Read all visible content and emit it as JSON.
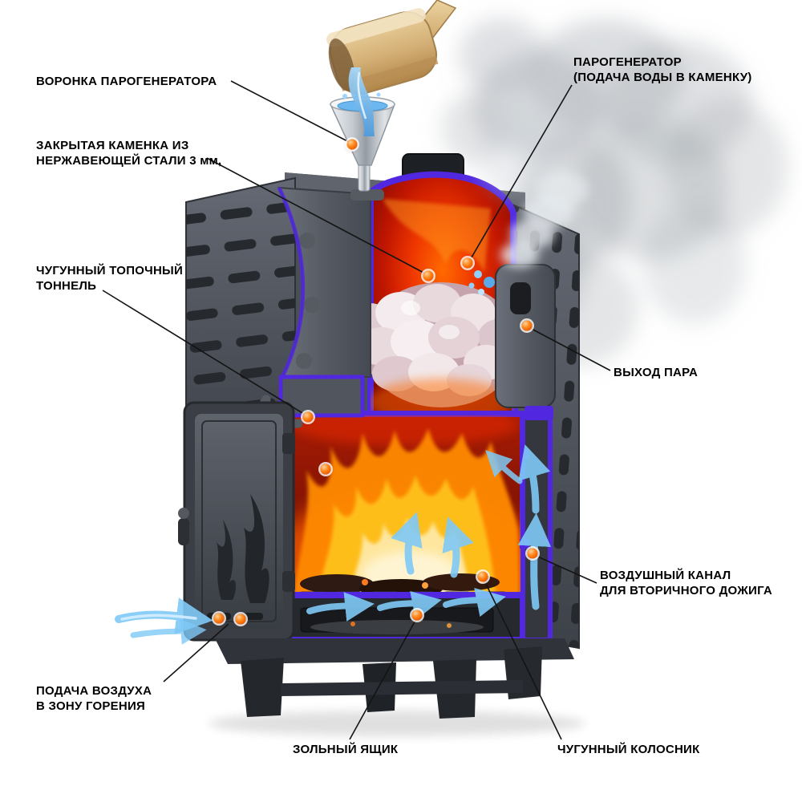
{
  "diagram": {
    "callouts": {
      "funnel": "ВОРОНКА ПАРОГЕНЕРАТОРА",
      "steam_generator": "ПАРОГЕНЕРАТОР\n(ПОДАЧА ВОДЫ В КАМЕНКУ)",
      "closed_kamenka": "ЗАКРЫТАЯ КАМЕНКА ИЗ\nНЕРЖАВЕЮЩЕЙ СТАЛИ 3 мм,",
      "cast_iron_tunnel": "ЧУГУННЫЙ ТОПОЧНЫЙ\nТОННЕЛЬ",
      "steam_exit": "ВЫХОД ПАРА",
      "secondary_air_channel": "ВОЗДУШНЫЙ КАНАЛ\nДЛЯ ВТОРИЧНОГО ДОЖИГА",
      "air_supply": "ПОДАЧА ВОЗДУХА\nВ ЗОНУ ГОРЕНИЯ",
      "ash_box": "ЗОЛЬНЫЙ ЯЩИК",
      "cast_iron_grate": "ЧУГУННЫЙ КОЛОСНИК"
    },
    "colors": {
      "marker_dot": "#ff7a00",
      "cut_edge": "#5128e0",
      "leader_line": "#141414",
      "label_text": "#000000",
      "flame_core": "#ffd94d",
      "air_flow": "#7fc9f7",
      "hot_interior": "#c01600",
      "stove_metal": "#565b63"
    }
  }
}
